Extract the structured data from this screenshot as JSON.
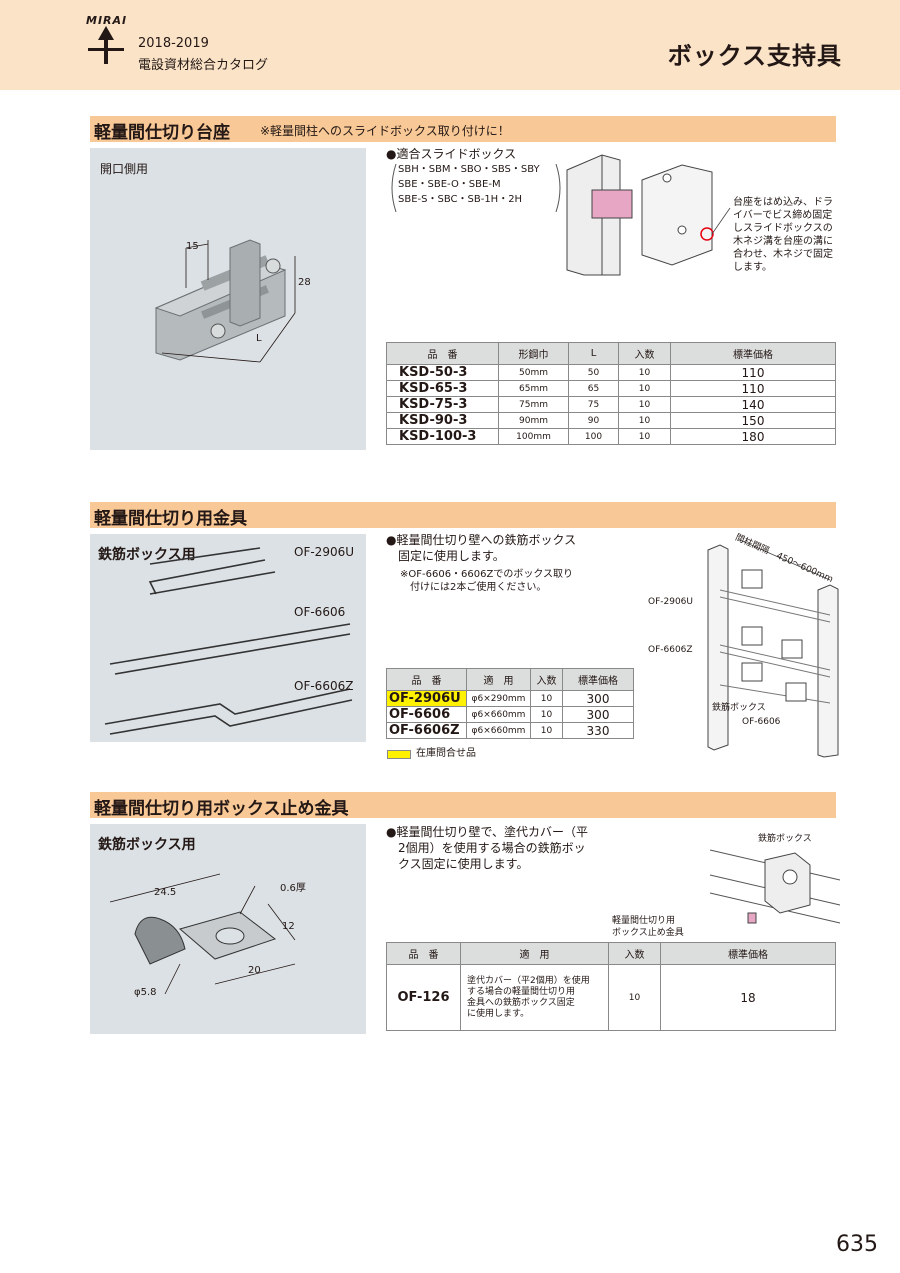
{
  "header": {
    "brand": "MIRAI",
    "year": "2018-2019",
    "catalog": "電設資材総合カタログ",
    "page_title": "ボックス支持具"
  },
  "section1": {
    "title": "軽量間仕切り台座",
    "note": "※軽量間柱へのスライドボックス取り付けに！",
    "panel_label": "開口側用",
    "dim_15": "15",
    "dim_28": "28",
    "dim_L": "L",
    "compat_heading": "●適合スライドボックス",
    "compat_lines": [
      "SBH・SBM・SBO・SBS・SBY",
      "SBE・SBE-O・SBE-M",
      "SBE-S・SBC・SB-1H・2H"
    ],
    "callout_lines": [
      "台座をはめ込み、ドラ",
      "イバーでビス締め固定",
      "しスライドボックスの",
      "木ネジ溝を台座の溝に",
      "合わせ、木ネジで固定",
      "します。"
    ],
    "table": {
      "headers": [
        "品　番",
        "形鋼巾",
        "L",
        "入数",
        "標準価格"
      ],
      "rows": [
        [
          "KSD-50-3",
          "50mm",
          "50",
          "10",
          "110"
        ],
        [
          "KSD-65-3",
          "65mm",
          "65",
          "10",
          "110"
        ],
        [
          "KSD-75-3",
          "75mm",
          "75",
          "10",
          "140"
        ],
        [
          "KSD-90-3",
          "90mm",
          "90",
          "10",
          "150"
        ],
        [
          "KSD-100-3",
          "100mm",
          "100",
          "10",
          "180"
        ]
      ]
    }
  },
  "section2": {
    "title": "軽量間仕切り用金具",
    "panel_label": "鉄筋ボックス用",
    "part_labels": [
      "OF-2906U",
      "OF-6606",
      "OF-6606Z"
    ],
    "desc_lines": [
      "●軽量間仕切り壁への鉄筋ボックス",
      "固定に使用します。"
    ],
    "note_lines": [
      "※OF-6606・6606Zでのボックス取り",
      "付けには2本ご使用ください。"
    ],
    "diagram_labels": {
      "spacing": "間柱間隔　450〜600mm",
      "of2906u": "OF-2906U",
      "of6606z": "OF-6606Z",
      "box": "鉄筋ボックス",
      "of6606": "OF-6606"
    },
    "table": {
      "headers": [
        "品　番",
        "適　用",
        "入数",
        "標準価格"
      ],
      "rows": [
        [
          "OF-2906U",
          "φ6×290mm",
          "10",
          "300"
        ],
        [
          "OF-6606",
          "φ6×660mm",
          "10",
          "300"
        ],
        [
          "OF-6606Z",
          "φ6×660mm",
          "10",
          "330"
        ]
      ]
    },
    "legend": "在庫問合せ品"
  },
  "section3": {
    "title": "軽量間仕切り用ボックス止め金具",
    "panel_label": "鉄筋ボックス用",
    "dims": {
      "width": "24.5",
      "thickness": "0.6厚",
      "height": "12",
      "length": "20",
      "hole": "φ5.8"
    },
    "desc_lines": [
      "●軽量間仕切り壁で、塗代カバー（平",
      "2個用）を使用する場合の鉄筋ボッ",
      "クス固定に使用します。"
    ],
    "diagram_labels": {
      "box": "鉄筋ボックス",
      "part": [
        "軽量間仕切り用",
        "ボックス止め金具"
      ]
    },
    "table": {
      "headers": [
        "品　番",
        "適　用",
        "入数",
        "標準価格"
      ],
      "row": {
        "code": "OF-126",
        "use_lines": [
          "塗代カバー（平2個用）を使用",
          "する場合の軽量間仕切り用",
          "金具への鉄筋ボックス固定",
          "に使用します。"
        ],
        "qty": "10",
        "price": "18"
      }
    }
  },
  "page_number": "635",
  "colors": {
    "header_bg": "#fbe3c8",
    "section_bar": "#f8c896",
    "panel_bg": "#dce1e5",
    "highlight": "#fff100"
  }
}
